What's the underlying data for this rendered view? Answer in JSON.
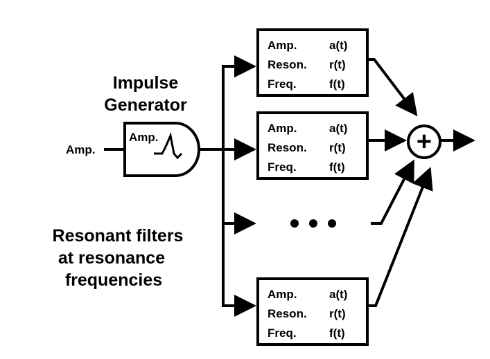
{
  "generator": {
    "title_lines": [
      "Impulse",
      "Generator"
    ],
    "input_label": "Amp.",
    "inner_label": "Amp."
  },
  "filters_caption": [
    "Resonant filters",
    "at resonance",
    "frequencies"
  ],
  "filters": [
    {
      "rows": [
        [
          "Amp.",
          "a(t)"
        ],
        [
          "Reson.",
          "r(t)"
        ],
        [
          "Freq.",
          "f(t)"
        ]
      ]
    },
    {
      "rows": [
        [
          "Amp.",
          "a(t)"
        ],
        [
          "Reson.",
          "r(t)"
        ],
        [
          "Freq.",
          "f(t)"
        ]
      ]
    },
    {
      "rows": [
        [
          "Amp.",
          "a(t)"
        ],
        [
          "Reson.",
          "r(t)"
        ],
        [
          "Freq.",
          "f(t)"
        ]
      ]
    }
  ],
  "summer_symbol": "+"
}
